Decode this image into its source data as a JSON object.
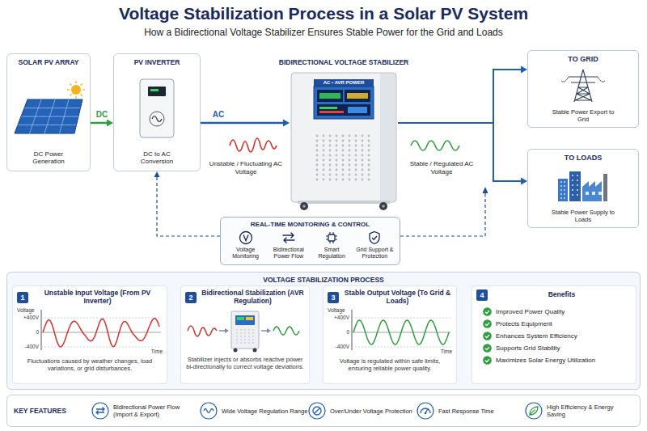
{
  "diagram": {
    "title": "Voltage Stabilization Process in a Solar PV System",
    "caption": "How a Bidirectional Voltage Stabilizer Ensures Stable Power for the Grid and Loads",
    "nodes": [
      {
        "text": [
          "SOLAR PV ARRAY",
          "DC Power Generation"
        ]
      },
      {
        "text": [
          "PV INVERTER",
          "DC to AC Conversion"
        ]
      },
      {
        "text": [
          "BIDIRECTIONAL VOLTAGE STABILIZER",
          "AC • AVR POWER"
        ]
      },
      {
        "text": [
          "TO GRID",
          "Stable Power Export to Grid"
        ]
      },
      {
        "text": [
          "TO LOADS",
          "Stable Power Supply to Loads"
        ]
      },
      {
        "text": [
          "REAL-TIME MONITORING & CONTROL",
          "Voltage Monitoring",
          "Bidirectional Power Flow",
          "Smart Regulation",
          "Grid Support & Protection"
        ]
      },
      {
        "text": [
          "VOLTAGE STABILIZATION PROCESS"
        ]
      },
      {
        "text": [
          "1",
          "Unstable Input Voltage (From PV Inverter)",
          "Fluctuations caused by weather changes, load variations, or grid disturbances."
        ],
        "in": 6
      },
      {
        "text": [
          "2",
          "Bidirectional Stabilization (AVR Regulation)",
          "Stabilizer injects or absorbs reactive power bi-directionally to correct voltage deviations."
        ],
        "in": 6
      },
      {
        "text": [
          "3",
          "Stable Output Voltage (To Grid & Loads)",
          "Voltage is regulated within safe limits, ensuring reliable power quality."
        ],
        "in": 6
      },
      {
        "text": [
          "4",
          "Benefits",
          "Improved Power Quality",
          "Protects Equipment",
          "Enhances System Efficiency",
          "Supports Grid Stability",
          "Maximizes Solar Energy Utilization"
        ],
        "in": 6
      },
      {
        "text": [
          "KEY FEATURES",
          "Bidirectional Power Flow (Import & Export)",
          "Wide Voltage Regulation Range",
          "Over/Under Voltage Protection",
          "Fast Response Time",
          "High Efficiency & Energy Saving"
        ]
      }
    ],
    "edges": [
      {
        "from": 0,
        "to": 1,
        "label": "DC",
        "arrow": "to"
      },
      {
        "from": 1,
        "to": 2,
        "label": "AC",
        "arrow": "to"
      },
      {
        "from": 2,
        "to": 3,
        "arrow": "to"
      },
      {
        "from": 2,
        "to": 4,
        "arrow": "to"
      },
      {
        "from": 5,
        "to": 1,
        "arrow": "to"
      },
      {
        "from": 7,
        "to": 8,
        "arrow": "to"
      },
      {
        "from": 8,
        "to": 9,
        "arrow": "to"
      },
      {
        "from": 9,
        "to": 10,
        "arrow": "to"
      }
    ],
    "labels": [
      "Unstable / Fluctuating AC Voltage",
      "Stable / Regulated AC Voltage",
      "Voltage",
      "+400V",
      "0",
      "-400V",
      "Time",
      "Voltage",
      "+400V",
      "0",
      "-400V",
      "Time"
    ]
  }
}
